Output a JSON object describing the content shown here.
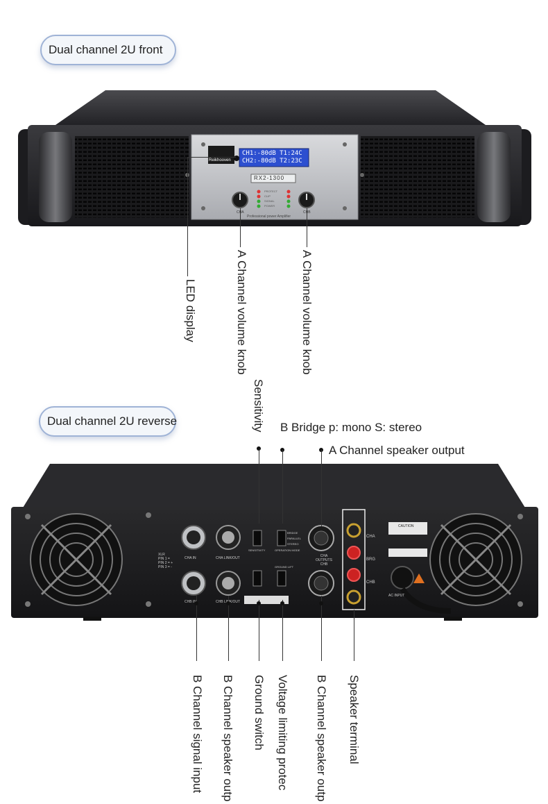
{
  "front": {
    "section_title": "Dual channel 2U front",
    "brand": "Reikhooven",
    "lcd_line1": "CH1:-80dB T1:24C",
    "lcd_line2": "CH2:-80dB T2:23C",
    "model": "RX2-1300",
    "knob_a_label": "CHA",
    "knob_b_label": "CHB",
    "led_labels": [
      "PROTECT",
      "CLIP",
      "SIGNAL",
      "POWER"
    ],
    "panel_caption": "Professional power Amplifier",
    "callouts": [
      "LED display",
      "A Channel volume knob",
      "A Channel volume knob"
    ]
  },
  "rear": {
    "section_title": "Dual channel 2U reverse",
    "top_callouts": [
      "Sensitivity",
      "B Bridge p: mono S: stereo",
      "A Channel speaker output"
    ],
    "bottom_callouts": [
      "B Channel signal input",
      "B Channel speaker outp",
      "Ground switch",
      "Voltage limiting protec",
      "B Channel speaker outp",
      "Speaker terminal"
    ],
    "panel_labels": {
      "cha_in": "CHA IN",
      "cha_link": "CHA LINK/OUT",
      "chb_in": "CHB IN",
      "chb_link": "CHB LINK/OUT",
      "xlr": "XLR",
      "pins": [
        "PIN 1 =",
        "PIN 2 = +",
        "PIN 3 = -"
      ],
      "sensitivity": "SENSITIVITY",
      "operation_mode": "OPERATION MODE",
      "bridge": "BRIDGE",
      "parallel": "PARALLEL",
      "stereo": "STEREO",
      "ground_lift": "GROUND LIFT",
      "outputs": "CHA OUTPUTS CHB",
      "ac_input": "AC INPUT",
      "caution": "CAUTION",
      "cha": "CHA",
      "brg": "BRG",
      "chb": "CHB"
    }
  }
}
